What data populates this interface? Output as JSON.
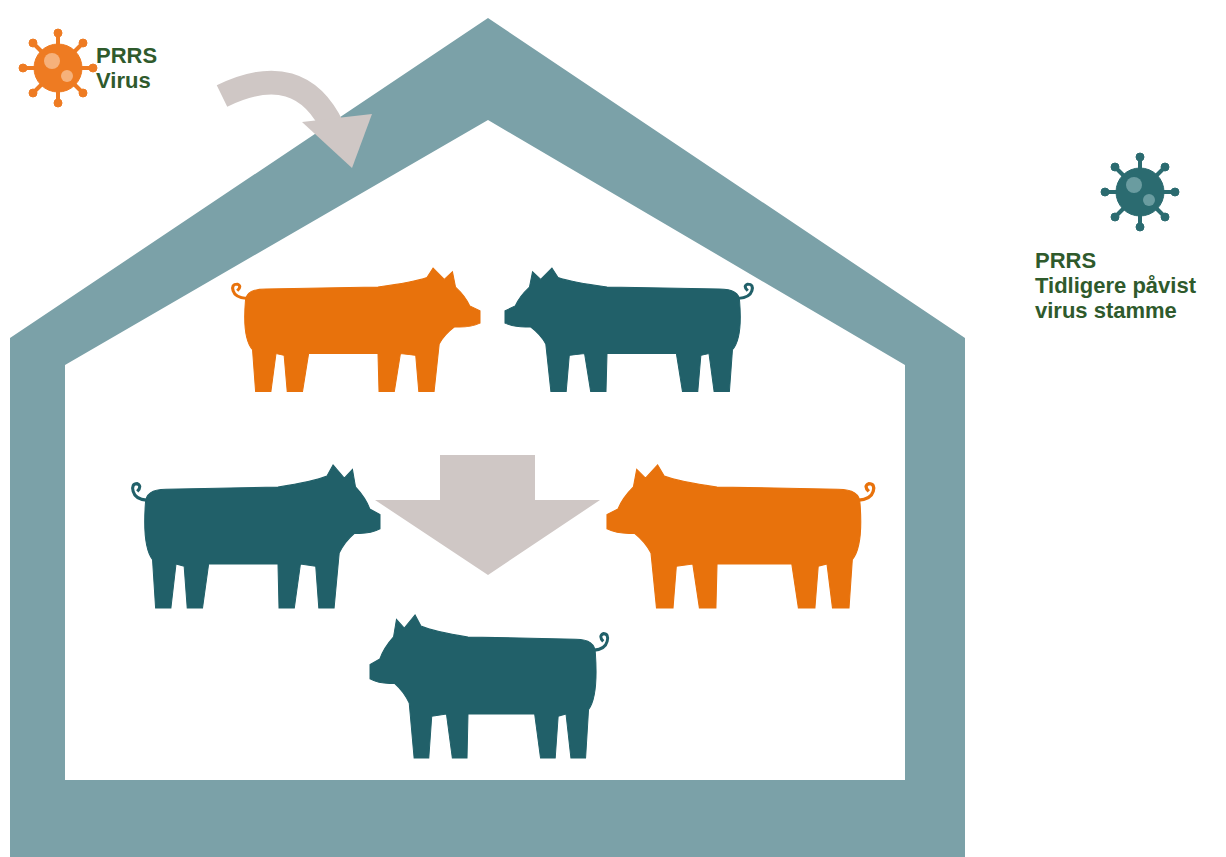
{
  "diagram": {
    "labels": [
      "PRRS Virus",
      "PRRS",
      "Tidligere påvist virus stamme"
    ]
  }
}
